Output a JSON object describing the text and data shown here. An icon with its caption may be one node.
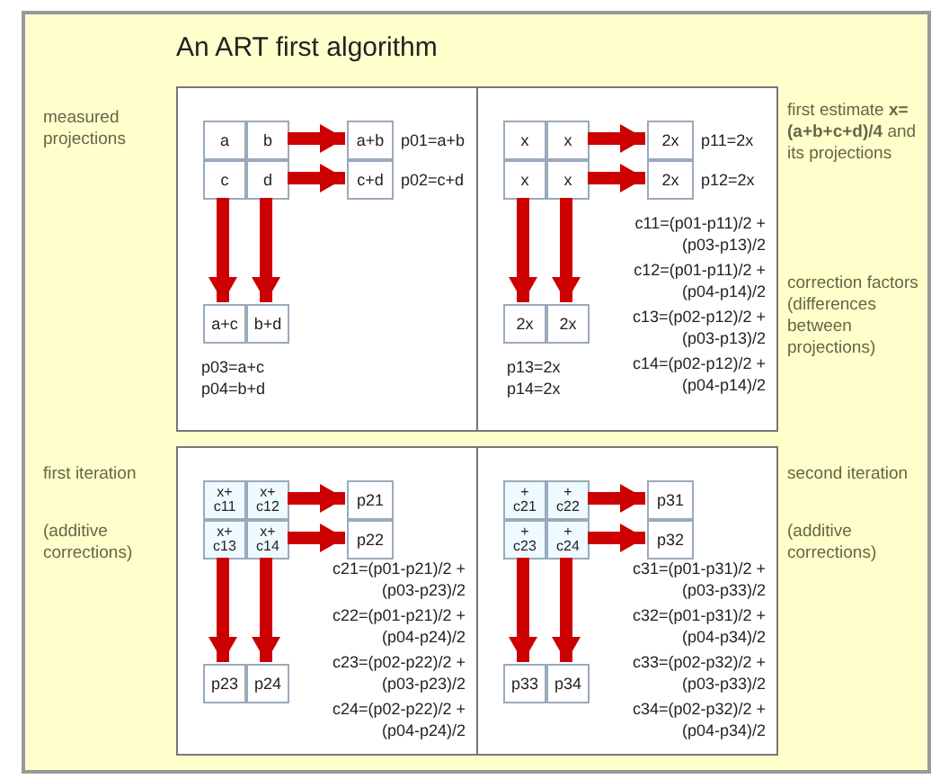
{
  "diagram": {
    "title": "An ART first algorithm",
    "nodes": [
      {
        "text": [],
        "shape": "box"
      },
      {
        "text": [
          "a"
        ],
        "in": 0
      },
      {
        "text": [
          "b"
        ],
        "in": 0
      },
      {
        "text": [
          "c"
        ],
        "in": 0
      },
      {
        "text": [
          "d"
        ],
        "in": 0
      },
      {
        "text": [
          "a+b"
        ],
        "in": 0,
        "beside": [
          "p01=a+b"
        ]
      },
      {
        "text": [
          "c+d"
        ],
        "in": 0,
        "beside": [
          "p02=c+d"
        ]
      },
      {
        "text": [
          "a+c"
        ],
        "in": 0
      },
      {
        "text": [
          "b+d"
        ],
        "in": 0
      },
      {
        "text": [],
        "shape": "box"
      },
      {
        "text": [
          "x"
        ],
        "in": 9
      },
      {
        "text": [
          "x"
        ],
        "in": 9
      },
      {
        "text": [
          "x"
        ],
        "in": 9
      },
      {
        "text": [
          "x"
        ],
        "in": 9
      },
      {
        "text": [
          "2x"
        ],
        "in": 9,
        "beside": [
          "p11=2x"
        ]
      },
      {
        "text": [
          "2x"
        ],
        "in": 9,
        "beside": [
          "p12=2x"
        ]
      },
      {
        "text": [
          "2x"
        ],
        "in": 9
      },
      {
        "text": [
          "2x"
        ],
        "in": 9
      },
      {
        "text": [],
        "shape": "box"
      },
      {
        "text": [
          "x+ c11"
        ],
        "in": 18
      },
      {
        "text": [
          "x+ c12"
        ],
        "in": 18
      },
      {
        "text": [
          "x+ c13"
        ],
        "in": 18
      },
      {
        "text": [
          "x+ c14"
        ],
        "in": 18
      },
      {
        "text": [
          "p21"
        ],
        "in": 18
      },
      {
        "text": [
          "p22"
        ],
        "in": 18
      },
      {
        "text": [
          "p23"
        ],
        "in": 18
      },
      {
        "text": [
          "p24"
        ],
        "in": 18
      },
      {
        "text": [],
        "shape": "box"
      },
      {
        "text": [
          "+ c21"
        ],
        "in": 27
      },
      {
        "text": [
          "+ c22"
        ],
        "in": 27
      },
      {
        "text": [
          "+ c23"
        ],
        "in": 27
      },
      {
        "text": [
          "+ c24"
        ],
        "in": 27
      },
      {
        "text": [
          "p31"
        ],
        "in": 27
      },
      {
        "text": [
          "p32"
        ],
        "in": 27
      },
      {
        "text": [
          "p33"
        ],
        "in": 27
      },
      {
        "text": [
          "p34"
        ],
        "in": 27
      }
    ],
    "edges": [
      {
        "from": 2,
        "to": 5,
        "arrow": "to"
      },
      {
        "from": 4,
        "to": 6,
        "arrow": "to"
      },
      {
        "from": 3,
        "to": 7,
        "arrow": "to"
      },
      {
        "from": 4,
        "to": 8,
        "arrow": "to"
      },
      {
        "from": 11,
        "to": 14,
        "arrow": "to"
      },
      {
        "from": 13,
        "to": 15,
        "arrow": "to"
      },
      {
        "from": 12,
        "to": 16,
        "arrow": "to"
      },
      {
        "from": 13,
        "to": 17,
        "arrow": "to"
      },
      {
        "from": 20,
        "to": 23,
        "arrow": "to"
      },
      {
        "from": 22,
        "to": 24,
        "arrow": "to"
      },
      {
        "from": 21,
        "to": 25,
        "arrow": "to"
      },
      {
        "from": 22,
        "to": 26,
        "arrow": "to"
      },
      {
        "from": 29,
        "to": 32,
        "arrow": "to"
      },
      {
        "from": 31,
        "to": 33,
        "arrow": "to"
      },
      {
        "from": 30,
        "to": 34,
        "arrow": "to"
      },
      {
        "from": 31,
        "to": 35,
        "arrow": "to"
      }
    ],
    "labels": [
      "measured projections",
      "p03=a+c",
      "p04=b+d",
      "first estimate **x=(a+b+c+d)/4** and its projections",
      "p13=2x",
      "p14=2x",
      "c11=(p01-p11)/2 +(p03-p13)/2",
      "c12=(p01-p11)/2 +(p04-p14)/2",
      "c13=(p02-p12)/2 +(p03-p13)/2",
      "c14=(p02-p12)/2 +(p04-p14)/2",
      "correction factors (differences between projections)",
      "first iteration",
      "(additive corrections)",
      "c21=(p01-p21)/2 +(p03-p23)/2",
      "c22=(p01-p21)/2 +(p04-p24)/2",
      "c23=(p02-p22)/2 +(p03-p23)/2",
      "c24=(p02-p22)/2 +(p04-p24)/2",
      "c31=(p01-p31)/2 +(p03-p33)/2",
      "c32=(p01-p31)/2 +(p04-p34)/2",
      "c33=(p02-p32)/2 +(p03-p33)/2",
      "c34=(p02-p32)/2 +(p04-p34)/2",
      "second iteration",
      "(additive corrections)"
    ]
  }
}
